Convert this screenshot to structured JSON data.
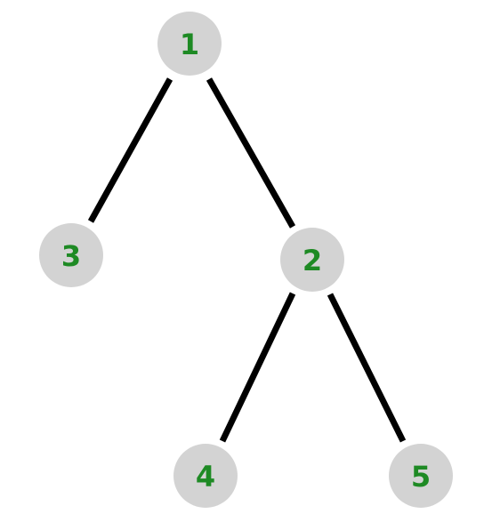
{
  "colors": {
    "node_fill": "#d3d3d3",
    "label_color": "#1e8a24",
    "edge_color": "#000000",
    "background": "#ffffff"
  },
  "tree": {
    "nodes": [
      {
        "id": "n1",
        "label": "1"
      },
      {
        "id": "n3",
        "label": "3"
      },
      {
        "id": "n2",
        "label": "2"
      },
      {
        "id": "n4",
        "label": "4"
      },
      {
        "id": "n5",
        "label": "5"
      }
    ],
    "edges": [
      {
        "from": "n1",
        "to": "n3"
      },
      {
        "from": "n1",
        "to": "n2"
      },
      {
        "from": "n2",
        "to": "n4"
      },
      {
        "from": "n2",
        "to": "n5"
      }
    ]
  }
}
